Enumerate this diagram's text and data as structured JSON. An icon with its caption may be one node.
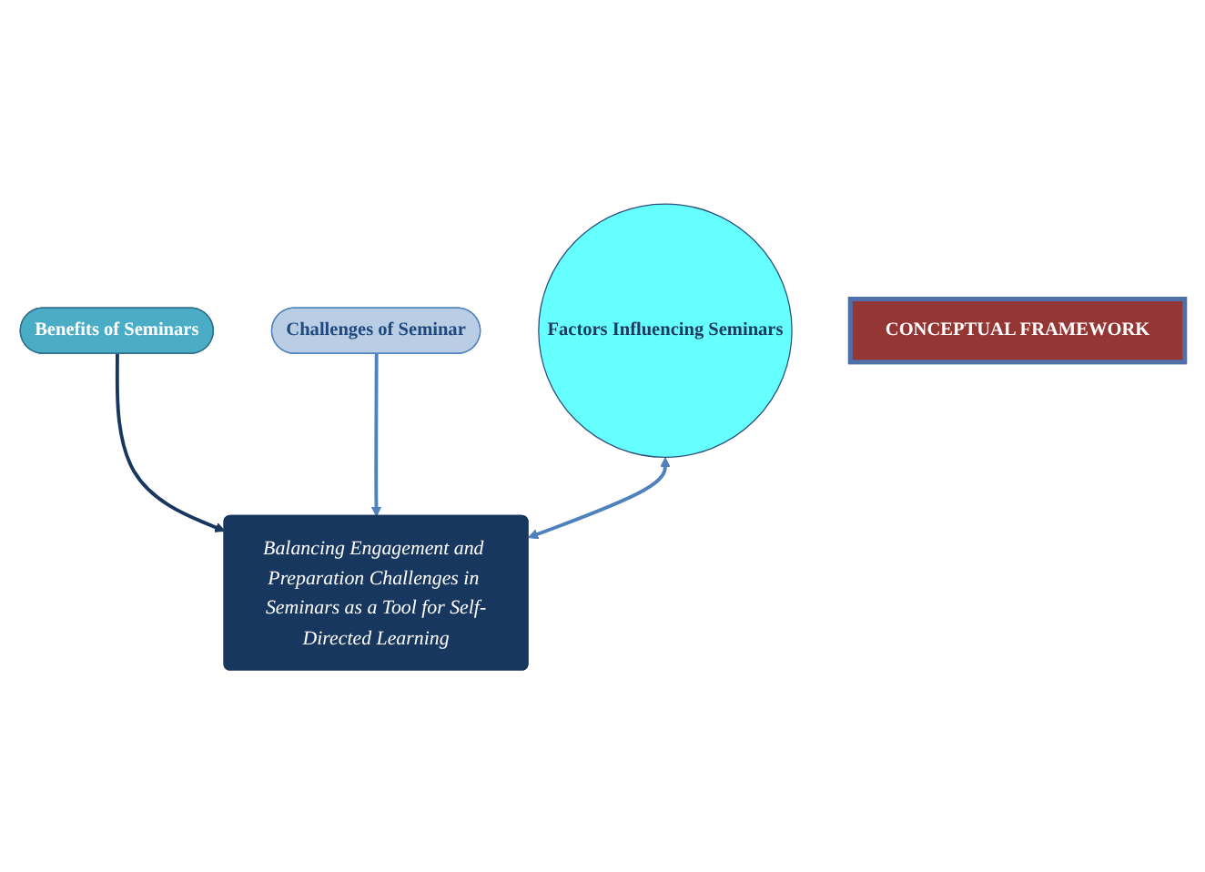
{
  "diagram": {
    "nodes": [
      {
        "text": [
          "Benefits of Seminars"
        ]
      },
      {
        "text": [
          "Balancing Engagement and Preparation Challenges in Seminars as a Tool for Self-Directed Learning"
        ]
      },
      {
        "text": [
          "Challenges of Seminar"
        ]
      },
      {
        "text": [
          "Factors Influencing Seminars"
        ]
      },
      {
        "text": [
          "CONCEPTUAL FRAMEWORK"
        ]
      }
    ],
    "edges": [
      {
        "from": 0,
        "to": 1,
        "arrow": "to",
        "color": "#17375e"
      },
      {
        "from": 2,
        "to": 1,
        "arrow": "to"
      },
      {
        "from": 3,
        "to": 1,
        "arrow": "both"
      }
    ]
  }
}
